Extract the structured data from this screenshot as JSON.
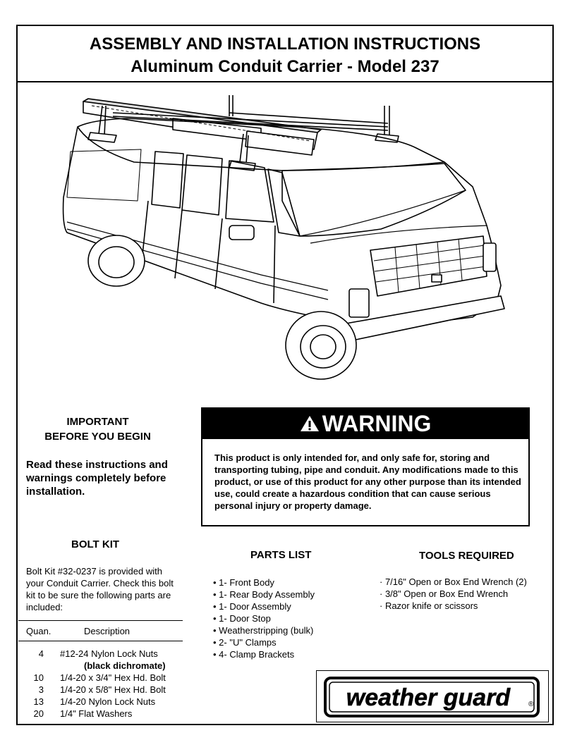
{
  "header": {
    "title": "ASSEMBLY AND INSTALLATION INSTRUCTIONS",
    "subtitle": "Aluminum Conduit Carrier - Model 237"
  },
  "illustration": {
    "icon": "van-with-conduit-carrier-illustration"
  },
  "important": {
    "heading_line1": "IMPORTANT",
    "heading_line2": "BEFORE YOU BEGIN",
    "text": "Read these instructions and warnings completely before installation."
  },
  "warning": {
    "heading": "WARNING",
    "icon": "warning-triangle-icon",
    "text": "This product is only intended for, and only safe for, storing and transporting tubing, pipe and conduit. Any modifications made to this product, or use of this product for any other purpose than its intended use, could create a hazardous condition that can cause serious personal injury or property damage."
  },
  "bolt_kit": {
    "heading": "BOLT KIT",
    "intro": "Bolt Kit #32-0237 is provided with your Conduit Carrier. Check this bolt kit to be sure the following parts are included:",
    "col_quan": "Quan.",
    "col_desc": "Description",
    "rows": [
      {
        "quan": "4",
        "desc": "#12-24 Nylon Lock Nuts"
      },
      {
        "quan": "",
        "desc": "(black dichromate)"
      },
      {
        "quan": "10",
        "desc": "1/4-20 x 3/4\" Hex Hd. Bolt"
      },
      {
        "quan": "3",
        "desc": "1/4-20 x 5/8\" Hex Hd. Bolt"
      },
      {
        "quan": "13",
        "desc": "1/4-20 Nylon Lock Nuts"
      },
      {
        "quan": "20",
        "desc": "1/4\" Flat Washers"
      }
    ]
  },
  "parts_list": {
    "heading": "PARTS LIST",
    "items": [
      "• 1- Front Body",
      "• 1- Rear Body Assembly",
      "• 1- Door Assembly",
      "• 1- Door Stop",
      "• Weatherstripping (bulk)",
      "• 2- \"U\" Clamps",
      "• 4- Clamp Brackets"
    ]
  },
  "tools_required": {
    "heading": "TOOLS REQUIRED",
    "items": [
      "· 7/16\" Open or Box End Wrench (2)",
      "· 3/8\" Open or Box End Wrench",
      "· Razor knife or scissors"
    ]
  },
  "logo": {
    "text": "weather guard",
    "mark": "®"
  }
}
